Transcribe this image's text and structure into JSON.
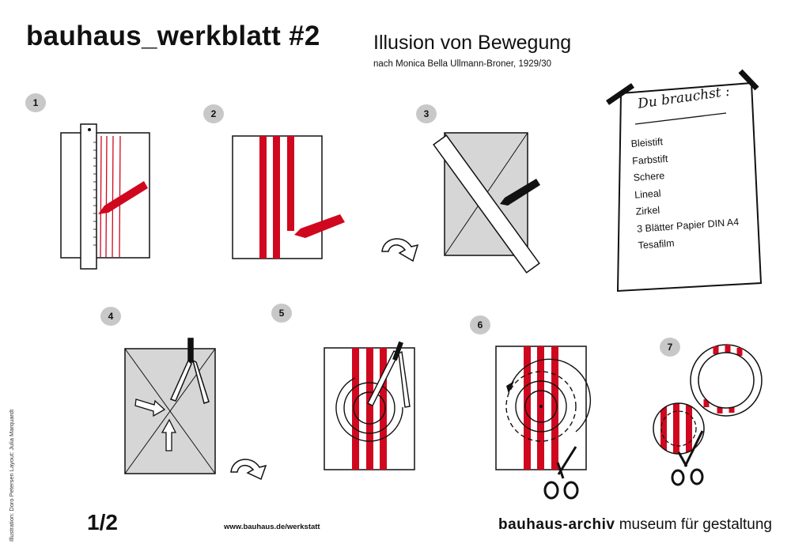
{
  "header": {
    "title": "bauhaus_werkblatt #2",
    "subtitle": "Illusion von Bewegung",
    "attribution": "nach Monica Bella Ullmann-Broner, 1929/30"
  },
  "materials": {
    "heading": "Du brauchst :",
    "items": [
      "Bleistift",
      "Farbstift",
      "Schere",
      "Lineal",
      "Zirkel",
      "3 Blätter Papier DIN A4",
      "Tesafilm"
    ]
  },
  "steps": [
    {
      "number": "1",
      "illustration": "ruler-and-red-pencil-drawing-lines"
    },
    {
      "number": "2",
      "illustration": "three-red-stripes-colored"
    },
    {
      "number": "3",
      "illustration": "grey-sheet-diagonals-with-ruler-and-pencil"
    },
    {
      "number": "4",
      "illustration": "compass-at-diagonal-intersection"
    },
    {
      "number": "5",
      "illustration": "concentric-circles-on-striped-sheet"
    },
    {
      "number": "6",
      "illustration": "cut-along-circle-with-scissors"
    },
    {
      "number": "7",
      "illustration": "striped-ring-and-disc"
    }
  ],
  "colors": {
    "accent_red": "#d0081f",
    "paper_grey": "#d6d6d6",
    "badge_grey": "#c8c8c8",
    "ink": "#111111"
  },
  "footer": {
    "page": "1/2",
    "url": "www.bauhaus.de/werkstatt",
    "brand_bold": "bauhaus-archiv",
    "brand_regular": " museum für gestaltung",
    "credits": "Illustration: Doro Petersen   Layout: Julia Marquardt"
  },
  "icons": {
    "flip": "flip-arrow-icon",
    "scissors": "scissors-icon",
    "pencil": "pencil-icon",
    "ruler": "ruler-icon",
    "compass": "compass-icon"
  }
}
